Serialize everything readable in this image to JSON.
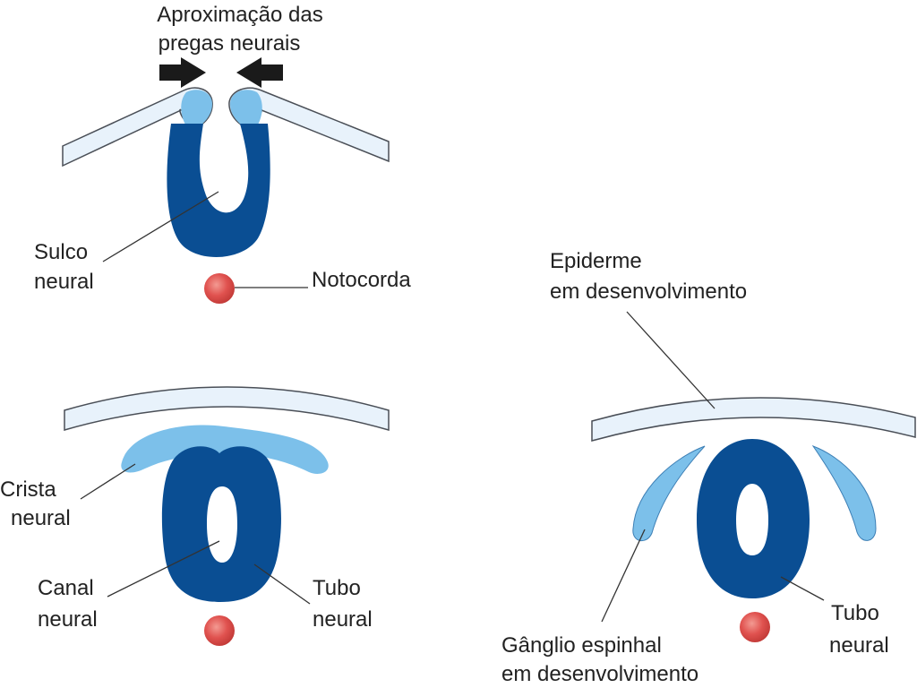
{
  "colors": {
    "background": "#ffffff",
    "neural_tissue_dark": "#0a4e93",
    "neural_crest_light": "#7cc0ea",
    "epidermis_fill": "#e8f2fb",
    "epidermis_stroke": "#4a4f57",
    "notochord": "#e0524f",
    "arrow": "#1a1a1a",
    "text": "#222222"
  },
  "labels": {
    "approx_line1": "Aproximação das",
    "approx_line2": "pregas neurais",
    "sulco_line1": "Sulco",
    "sulco_line2": "neural",
    "notocorda": "Notocorda",
    "epiderme_line1": "Epiderme",
    "epiderme_line2": "em desenvolvimento",
    "crista_line1": "Crista",
    "crista_line2": "neural",
    "canal_line1": "Canal",
    "canal_line2": "neural",
    "tubo_mid_line1": "Tubo",
    "tubo_mid_line2": "neural",
    "ganglio_line1": "Gânglio espinhal",
    "ganglio_line2": "em desenvolvimento",
    "tubo_right_line1": "Tubo",
    "tubo_right_line2": "neural"
  }
}
